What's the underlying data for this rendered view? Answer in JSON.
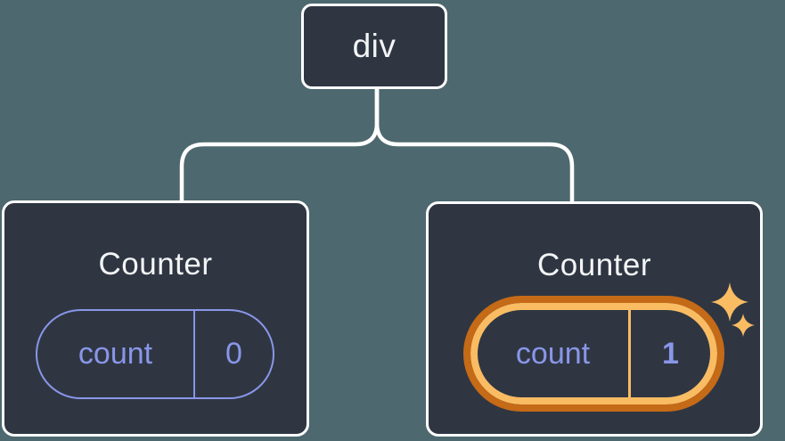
{
  "nodes": {
    "root": {
      "label": "div"
    },
    "counter_a": {
      "title": "Counter",
      "state_key": "count",
      "state_value": "0",
      "highlighted": false
    },
    "counter_b": {
      "title": "Counter",
      "state_key": "count",
      "state_value": "1",
      "highlighted": true
    }
  },
  "icons": {
    "sparkles": "sparkles-icon"
  },
  "colors": {
    "background": "#4D686E",
    "node_fill": "#2F3642",
    "node_border": "#FFFFFF",
    "connector": "#FFFFFF",
    "state_accent": "#8996E8",
    "highlight_outer": "#C56A17",
    "highlight_inner": "#FABC63",
    "title_text": "#F3F4F6"
  }
}
